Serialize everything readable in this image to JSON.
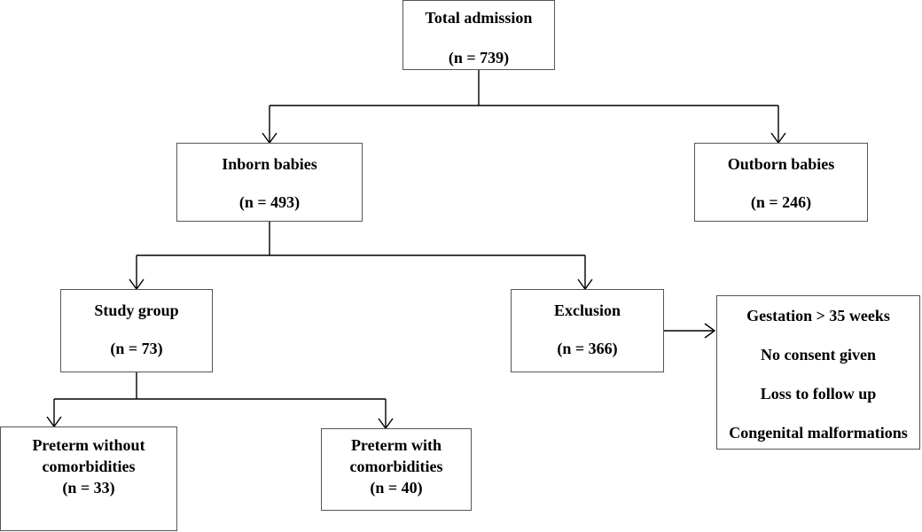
{
  "nodes": {
    "total": {
      "title": "Total admission",
      "count": "(n = 739)"
    },
    "inborn": {
      "title": "Inborn babies",
      "count": "(n = 493)"
    },
    "outborn": {
      "title": "Outborn babies",
      "count": "(n = 246)"
    },
    "study": {
      "title": "Study group",
      "count": "(n = 73)"
    },
    "exclusion": {
      "title": "Exclusion",
      "count": "(n = 366)"
    },
    "exclusion_criteria": [
      "Gestation > 35 weeks",
      "No consent given",
      "Loss to follow up",
      "Congenital malformations"
    ],
    "preterm_without": {
      "line1": "Preterm without",
      "line2": "comorbidities",
      "count": "(n = 33)"
    },
    "preterm_with": {
      "line1": "Preterm with",
      "line2": "comorbidities",
      "count": "(n = 40)"
    }
  },
  "edges": [
    {
      "from": "total",
      "to": "inborn"
    },
    {
      "from": "total",
      "to": "outborn"
    },
    {
      "from": "inborn",
      "to": "study"
    },
    {
      "from": "inborn",
      "to": "exclusion"
    },
    {
      "from": "exclusion",
      "to": "exclusion_criteria"
    },
    {
      "from": "study",
      "to": "preterm_without"
    },
    {
      "from": "study",
      "to": "preterm_with"
    }
  ],
  "colors": {
    "line": "#000000",
    "box_border": "#555555",
    "text": "#000000",
    "background": "#ffffff"
  }
}
